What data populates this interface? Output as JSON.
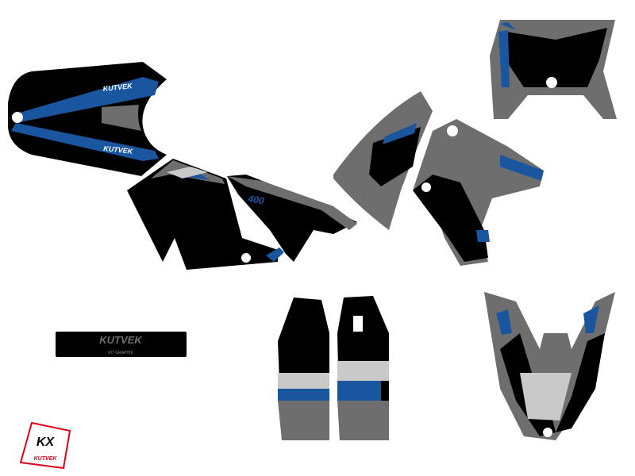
{
  "product": {
    "brand_text": "KUTVEK",
    "brand_sub": "KIT GRAPHIK",
    "model_number": "400",
    "logo_text": "KX",
    "logo_sub": "KUTVEK"
  },
  "colors": {
    "black": "#000000",
    "blue": "#1a56a0",
    "grey": "#6e6e6e",
    "light_grey": "#c9c9c9",
    "red": "#e2001a"
  },
  "parts": [
    "rear-fender",
    "side-panel-left",
    "side-panel-right",
    "tank-shroud",
    "radiator-shroud",
    "headlight-plate",
    "front-fender",
    "fork-guards",
    "swingarm-sticker",
    "brand-logo"
  ]
}
